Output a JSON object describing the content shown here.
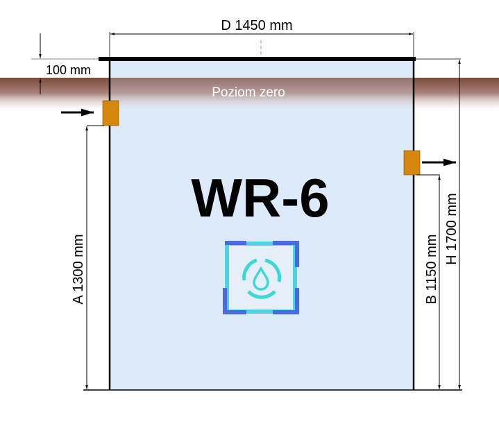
{
  "title": "WR-6",
  "ground_label": "Poziom zero",
  "dimensions": {
    "diameter": "D 1450 mm",
    "lid_offset": "100 mm",
    "inlet_height": "A 1300 mm",
    "outlet_height": "B 1150 mm",
    "total_height": "H 1700 mm"
  },
  "colors": {
    "tank_fill": "#dceafa",
    "ground": "#7b4a3c",
    "pipe": "#d4860f"
  },
  "logo_icon": "water-recycle-icon"
}
